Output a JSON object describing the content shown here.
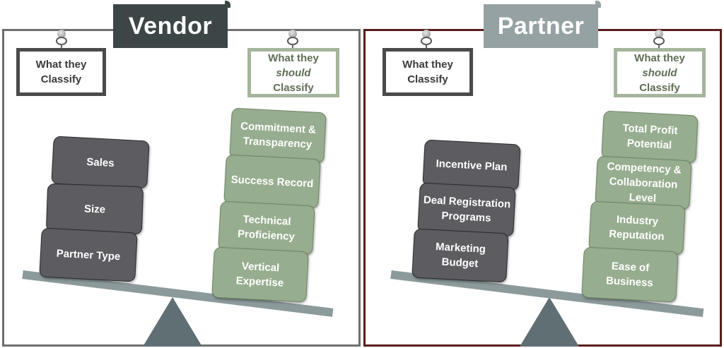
{
  "colors": {
    "vendor_banner": "#3d4647",
    "partner_banner": "#95a1a3",
    "vendor_border": "#6e6f70",
    "partner_border": "#5a1d1d",
    "dark_block": "#5c5c61",
    "green_block": "#97ad8f",
    "beam": "#8c9a9c",
    "fulcrum": "#606f74"
  },
  "vendor": {
    "title": "Vendor",
    "left_sign": {
      "line1": "What they",
      "line2": "Classify"
    },
    "right_sign": {
      "line1": "What they",
      "line2": "should",
      "line3": "Classify"
    },
    "left_blocks": [
      "Sales",
      "Size",
      "Partner Type"
    ],
    "right_blocks": [
      "Commitment & Transparency",
      "Success Record",
      "Technical Proficiency",
      "Vertical Expertise"
    ]
  },
  "partner": {
    "title": "Partner",
    "left_sign": {
      "line1": "What they",
      "line2": "Classify"
    },
    "right_sign": {
      "line1": "What they",
      "line2": "should",
      "line3": "Classify"
    },
    "left_blocks": [
      "Incentive Plan",
      "Deal Registration Programs",
      "Marketing Budget"
    ],
    "right_blocks": [
      "Total Profit Potential",
      "Competency & Collaboration Level",
      "Industry Reputation",
      "Ease of Business"
    ]
  }
}
